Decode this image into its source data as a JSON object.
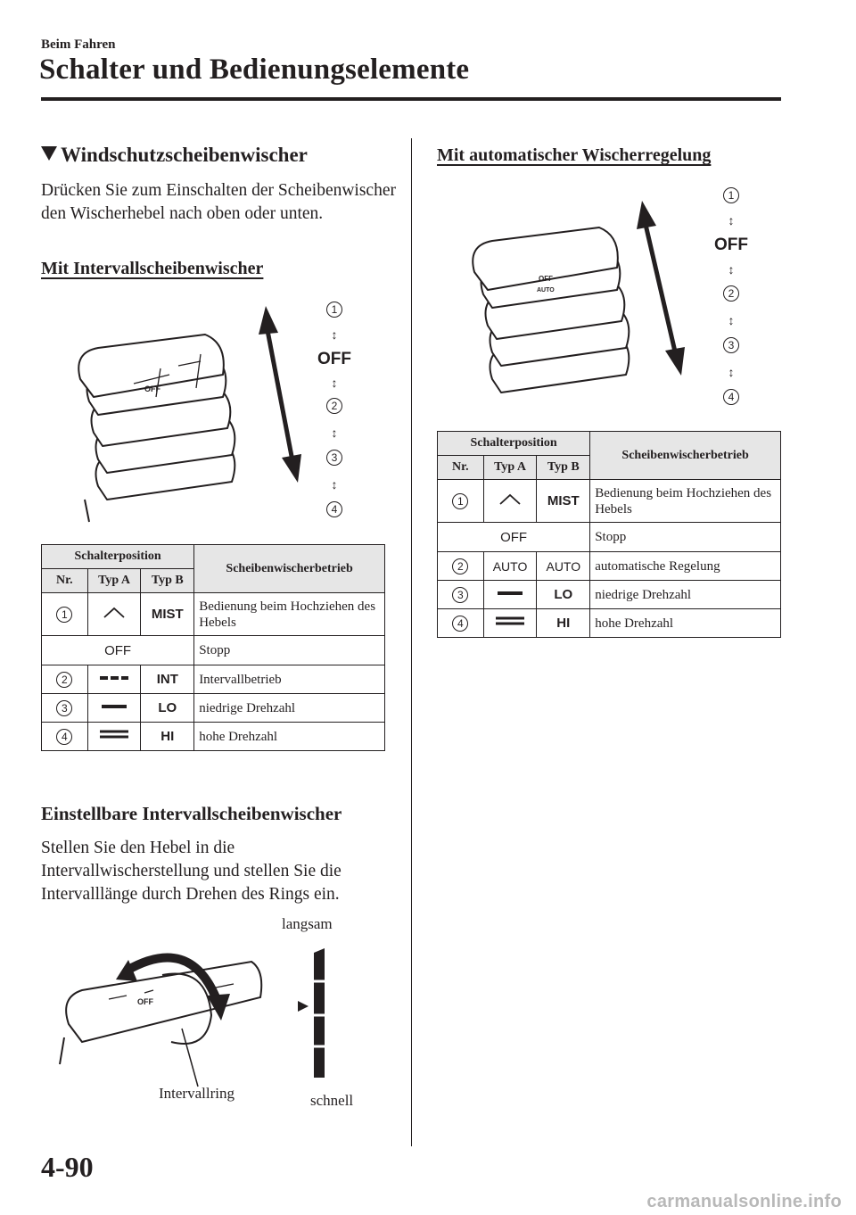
{
  "header": {
    "breadcrumb": "Beim Fahren",
    "title": "Schalter und Bedienungselemente"
  },
  "section": {
    "heading": "Windschutzscheibenwischer",
    "intro": "Drücken Sie zum Einschalten der Scheibenwischer den Wischerhebel nach oben oder unten."
  },
  "interval_wiper": {
    "subheading": "Mit Intervallscheibenwischer",
    "figure_labels": [
      "1",
      "OFF",
      "2",
      "3",
      "4"
    ],
    "table": {
      "header_position": "Schalterposition",
      "header_operation": "Scheibenwischerbetrieb",
      "col_nr": "Nr.",
      "col_type_a": "Typ A",
      "col_type_b": "Typ B",
      "rows": [
        {
          "nr": "1",
          "type_a_icon": "mist-arc-icon",
          "type_b": "MIST",
          "desc": "Bedienung beim Hochziehen des Hebels"
        },
        {
          "nr": "",
          "position": "OFF",
          "desc": "Stopp"
        },
        {
          "nr": "2",
          "type_a_icon": "dashed-line-icon",
          "type_b": "INT",
          "desc": "Intervallbetrieb"
        },
        {
          "nr": "3",
          "type_a_icon": "single-line-icon",
          "type_b": "LO",
          "desc": "niedrige Drehzahl"
        },
        {
          "nr": "4",
          "type_a_icon": "double-line-icon",
          "type_b": "HI",
          "desc": "hohe Drehzahl"
        }
      ]
    }
  },
  "adjustable": {
    "heading": "Einstellbare Intervallscheibenwischer",
    "text": "Stellen Sie den Hebel in die Intervallwischerstellung und stellen Sie die Intervalllänge durch Drehen des Rings ein.",
    "label_slow": "langsam",
    "label_fast": "schnell",
    "label_ring": "Intervallring"
  },
  "auto_wiper": {
    "subheading": "Mit automatischer Wischerregelung",
    "figure_labels": [
      "1",
      "OFF",
      "2",
      "3",
      "4"
    ],
    "table": {
      "header_position": "Schalterposition",
      "header_operation": "Scheibenwischerbetrieb",
      "col_nr": "Nr.",
      "col_type_a": "Typ A",
      "col_type_b": "Typ B",
      "rows": [
        {
          "nr": "1",
          "type_a_icon": "mist-arc-icon",
          "type_b": "MIST",
          "desc": "Bedienung beim Hochziehen des Hebels"
        },
        {
          "nr": "",
          "position": "OFF",
          "desc": "Stopp"
        },
        {
          "nr": "2",
          "type_a": "AUTO",
          "type_b": "AUTO",
          "desc": "automatische Regelung"
        },
        {
          "nr": "3",
          "type_a_icon": "single-line-icon",
          "type_b": "LO",
          "desc": "niedrige Drehzahl"
        },
        {
          "nr": "4",
          "type_a_icon": "double-line-icon",
          "type_b": "HI",
          "desc": "hohe Drehzahl"
        }
      ]
    }
  },
  "footer": {
    "page_number": "4-90",
    "watermark": "carmanualsonline.info"
  }
}
